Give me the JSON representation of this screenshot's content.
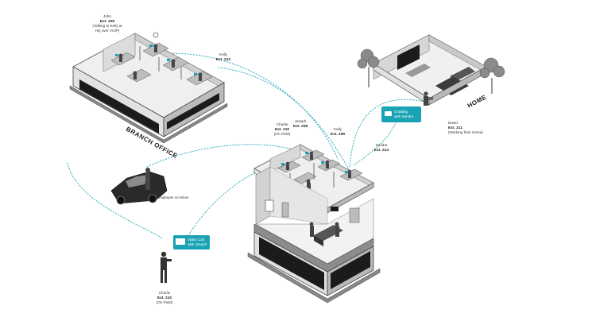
{
  "places": {
    "branch_office": "BRANCH OFFICE",
    "home": "HOME"
  },
  "people": {
    "john": {
      "name": "John",
      "ext": "Ext. 208",
      "note1": "(Talking to Kelly at",
      "note2": "HQ over VOIP)"
    },
    "kelly_branch": {
      "name": "Kelly",
      "ext": "Ext. 212"
    },
    "charlie_hq": {
      "name": "Charlie",
      "ext": "Ext. 210",
      "note": "(On Field)"
    },
    "joseph": {
      "name": "Joseph",
      "ext": "Ext. 208"
    },
    "kelly_hq": {
      "name": "Kelly",
      "ext": "Ext. 209"
    },
    "sandra": {
      "name": "Sandra",
      "ext": "Ext. 214"
    },
    "david": {
      "name": "David",
      "ext": "Ext. 211",
      "note": "(Working from Home)"
    },
    "employee_move": {
      "label": "Employee on Move"
    },
    "charlie_field": {
      "name": "Charlie",
      "ext": "Ext. 210",
      "note": "(On Field)"
    }
  },
  "bubbles": {
    "chat": {
      "line1": "Chatting",
      "line2": "with Sandra",
      "icon": "chat-icon"
    },
    "video": {
      "line1": "Video Call",
      "line2": "with Joseph",
      "icon": "video-icon"
    }
  },
  "colors": {
    "accent": "#1aa3b5",
    "link": "#3ab0c2",
    "window": "#1b1b1b",
    "wall": "#d8d8d8"
  }
}
